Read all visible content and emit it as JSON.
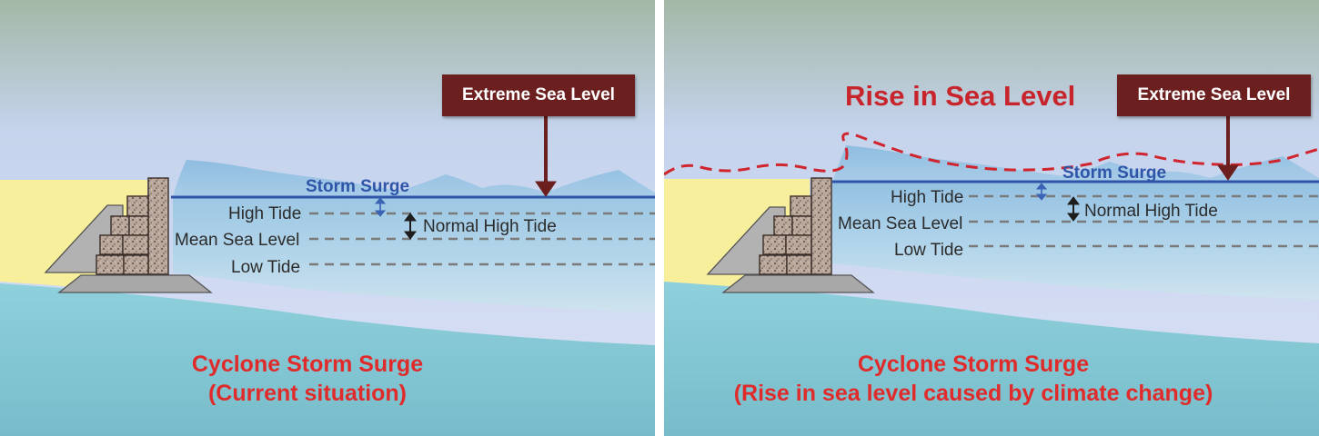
{
  "left": {
    "labels": {
      "extreme_sea_level": "Extreme Sea Level",
      "storm_surge": "Storm Surge",
      "high_tide": "High Tide",
      "mean_sea_level": "Mean Sea Level",
      "low_tide": "Low Tide",
      "normal_high_tide": "Normal High Tide"
    },
    "caption_line1": "Cyclone Storm Surge",
    "caption_line2": "(Current situation)"
  },
  "right": {
    "heading": "Rise in Sea Level",
    "labels": {
      "extreme_sea_level": "Extreme Sea Level",
      "storm_surge": "Storm Surge",
      "high_tide": "High Tide",
      "mean_sea_level": "Mean Sea Level",
      "low_tide": "Low Tide",
      "normal_high_tide": "Normal High Tide"
    },
    "caption_line1": "Cyclone Storm Surge",
    "caption_line2": "(Rise in sea level caused by climate change)"
  },
  "colors": {
    "caption_red": "#e02b2b",
    "rise_red": "#c8242c",
    "storm_surge_blue": "#2f55a8",
    "extreme_box": "#6b1f1f",
    "sand": "#f7ef9c",
    "sea": "#82c6d4"
  }
}
